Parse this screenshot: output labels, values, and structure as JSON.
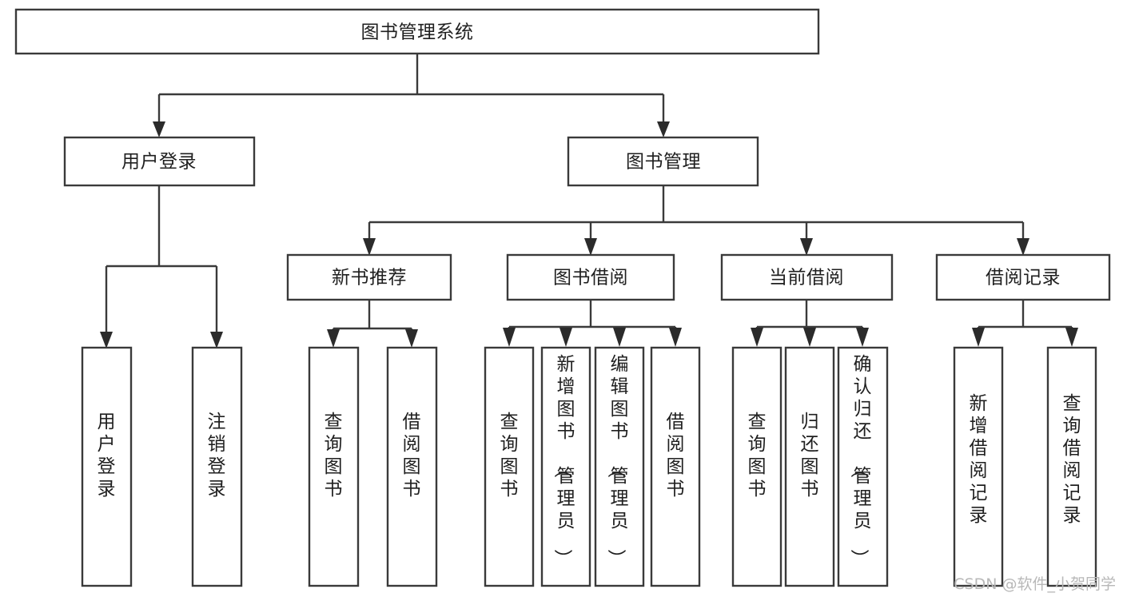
{
  "diagram": {
    "title": "图书管理系统",
    "type": "tree-hierarchy-chart",
    "root": {
      "id": "root",
      "label": "图书管理系统"
    },
    "level2": [
      {
        "id": "user-login",
        "label": "用户登录"
      },
      {
        "id": "book-management",
        "label": "图书管理"
      }
    ],
    "level3": [
      {
        "id": "new-book-recommend",
        "label": "新书推荐",
        "parent": "book-management"
      },
      {
        "id": "book-borrow",
        "label": "图书借阅",
        "parent": "book-management"
      },
      {
        "id": "current-borrow",
        "label": "当前借阅",
        "parent": "book-management"
      },
      {
        "id": "borrow-record",
        "label": "借阅记录",
        "parent": "book-management"
      }
    ],
    "leaves": {
      "user-login": [
        {
          "id": "leaf-user-login",
          "label": "用户登录"
        },
        {
          "id": "leaf-user-logout",
          "label": "注销登录"
        }
      ],
      "new-book-recommend": [
        {
          "id": "leaf-query-book-1",
          "label": "查询图书"
        },
        {
          "id": "leaf-borrow-book-1",
          "label": "借阅图书"
        }
      ],
      "book-borrow": [
        {
          "id": "leaf-query-book-2",
          "label": "查询图书"
        },
        {
          "id": "leaf-add-book",
          "label": "新增图书（管理员）"
        },
        {
          "id": "leaf-edit-book",
          "label": "编辑图书（管理员）"
        },
        {
          "id": "leaf-borrow-book-2",
          "label": "借阅图书"
        }
      ],
      "current-borrow": [
        {
          "id": "leaf-query-book-3",
          "label": "查询图书"
        },
        {
          "id": "leaf-return-book",
          "label": "归还图书"
        },
        {
          "id": "leaf-confirm-return",
          "label": "确认归还（管理员）"
        }
      ],
      "borrow-record": [
        {
          "id": "leaf-add-record",
          "label": "新增借阅记录"
        },
        {
          "id": "leaf-query-record",
          "label": "查询借阅记录"
        }
      ]
    }
  },
  "watermark": {
    "text": "CSDN @软件_小贺同学"
  },
  "colors": {
    "box_stroke": "#3a3a3a",
    "connector": "#3a3a3a",
    "text": "#1f1f1f",
    "background": "#ffffff",
    "watermark": "#b8b8b8"
  }
}
